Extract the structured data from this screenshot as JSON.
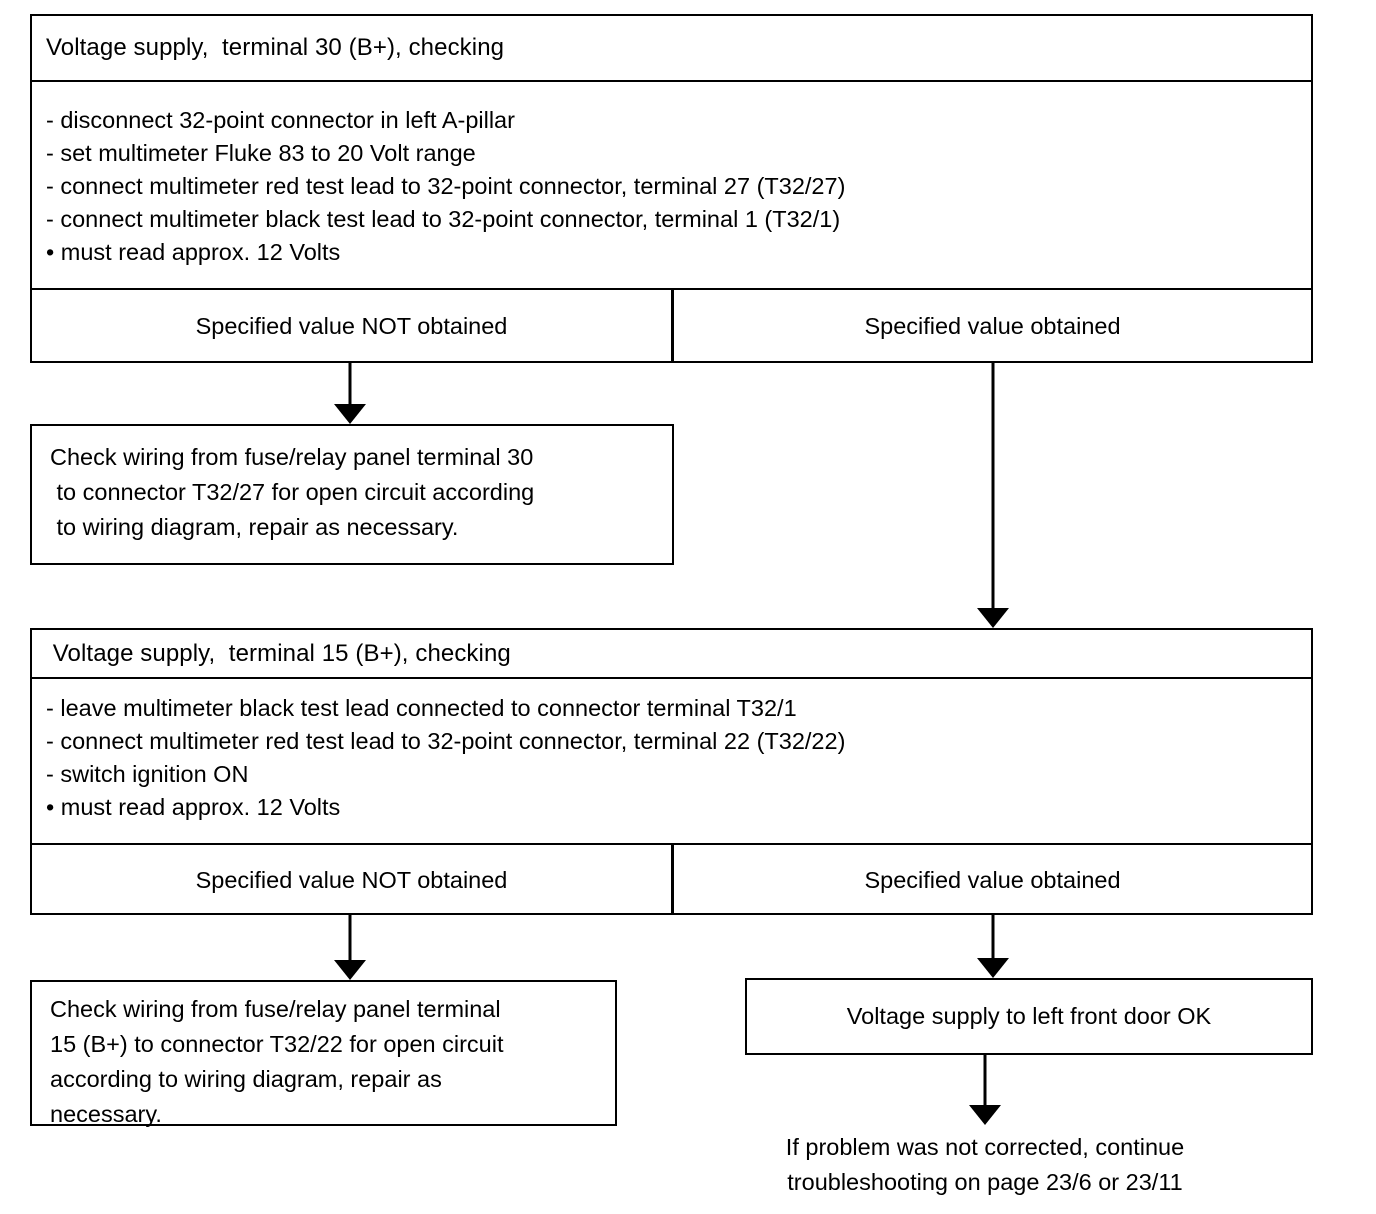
{
  "block1": {
    "title": "Voltage supply,  terminal 30 (B+), checking",
    "steps": [
      "- disconnect 32-point connector in left A-pillar",
      "- set multimeter Fluke 83 to 20 Volt range",
      "- connect multimeter red test lead to 32-point connector, terminal 27 (T32/27)",
      "- connect multimeter black test lead to 32-point connector, terminal 1 (T32/1)",
      "• must read approx. 12 Volts"
    ],
    "branch_not_obtained": "Specified value NOT obtained",
    "branch_obtained": "Specified value obtained"
  },
  "action1": {
    "lines": [
      "Check wiring from fuse/relay panel terminal 30",
      " to connector T32/27 for open circuit according",
      " to wiring diagram, repair as necessary."
    ]
  },
  "block2": {
    "title": " Voltage supply,  terminal 15 (B+), checking",
    "steps": [
      "- leave multimeter black test lead connected to connector terminal T32/1",
      "- connect multimeter red test lead to 32-point connector, terminal 22 (T32/22)",
      "- switch ignition ON",
      "• must read approx. 12 Volts"
    ],
    "branch_not_obtained": "Specified value NOT obtained",
    "branch_obtained": "Specified value obtained"
  },
  "action2": {
    "lines": [
      "Check wiring from fuse/relay panel terminal",
      "15 (B+) to connector T32/22 for open circuit",
      "according to wiring diagram, repair as",
      "necessary."
    ]
  },
  "result": {
    "label": "Voltage supply to left front door OK"
  },
  "footer": {
    "lines": [
      "If problem was not corrected, continue",
      "troubleshooting on page 23/6 or 23/11"
    ]
  },
  "colors": {
    "line": "#000000",
    "background": "#ffffff",
    "text": "#000000"
  }
}
